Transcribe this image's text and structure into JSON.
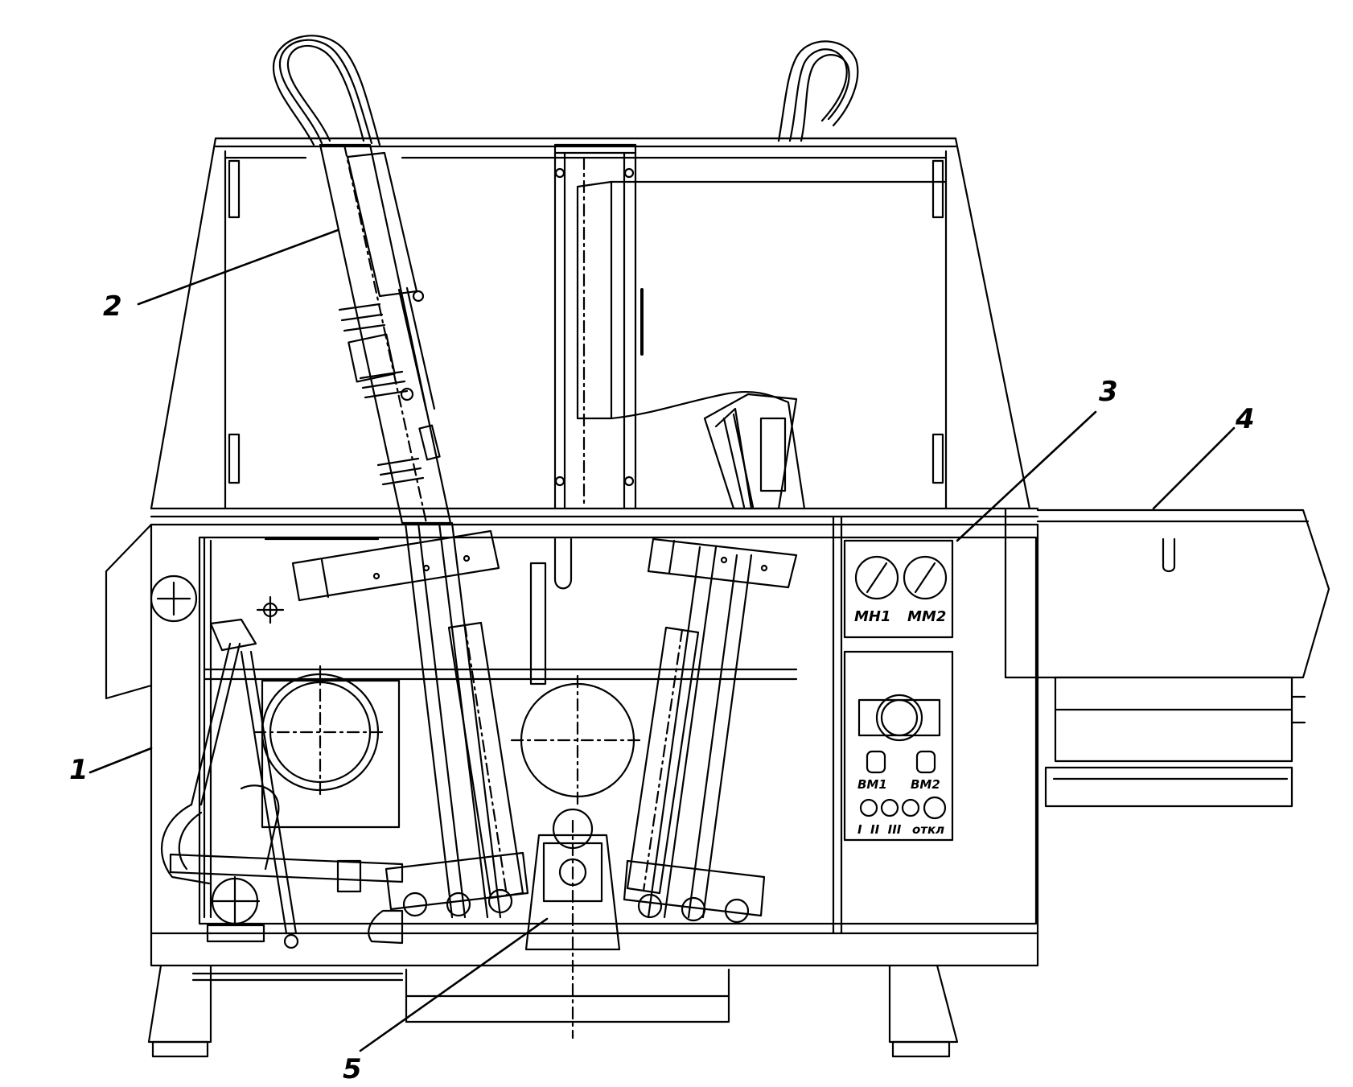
{
  "callouts": {
    "c1": "1",
    "c2": "2",
    "c3": "3",
    "c4": "4",
    "c5": "5"
  },
  "gauge_panel": {
    "mn1": "MH1",
    "mm2": "MM2"
  },
  "control_panel": {
    "vm1": "BM1",
    "vm2": "BM2",
    "speed_labels": "I  II  III",
    "off_label": "откл"
  },
  "colors": {
    "line": "#000000",
    "paper": "#ffffff"
  }
}
